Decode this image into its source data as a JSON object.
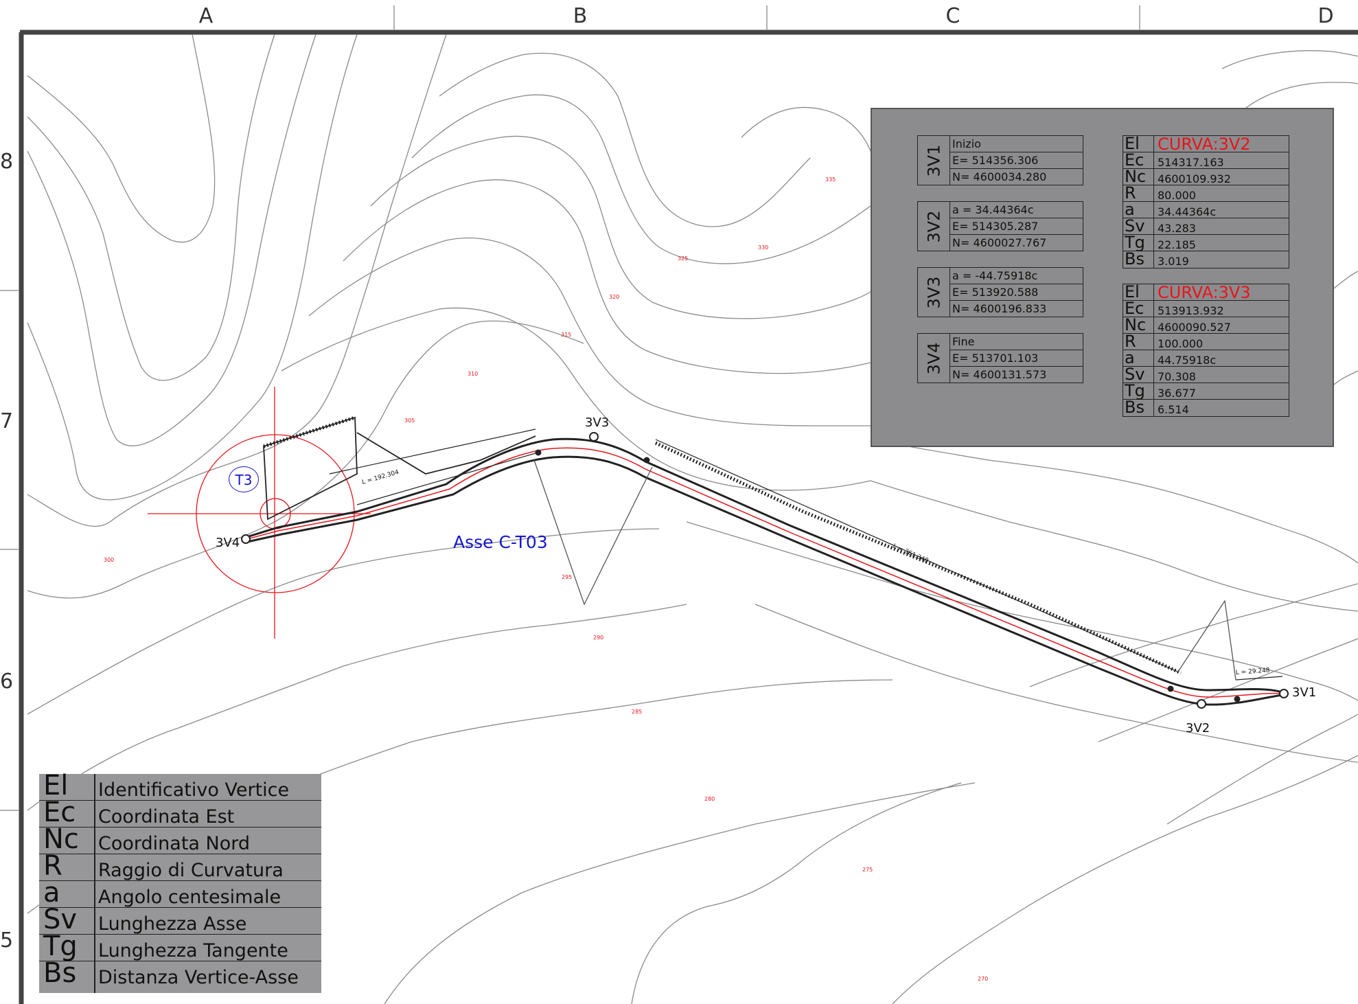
{
  "sheet": {
    "columns": [
      "A",
      "B",
      "C",
      "D"
    ],
    "rows": [
      "8",
      "7",
      "6",
      "5"
    ]
  },
  "contours": [
    "335",
    "330",
    "325",
    "320",
    "315",
    "310",
    "305",
    "300",
    "295",
    "290",
    "285",
    "280",
    "275",
    "270"
  ],
  "vertices": [
    {
      "id": "3V1",
      "line1": "Inizio",
      "line2": "E= 514356.306",
      "line3": "N= 4600034.280"
    },
    {
      "id": "3V2",
      "line1": "a = 34.44364c",
      "line2": "E= 514305.287",
      "line3": "N= 4600027.767"
    },
    {
      "id": "3V3",
      "line1": "a = -44.75918c",
      "line2": "E= 513920.588",
      "line3": "N= 4600196.833"
    },
    {
      "id": "3V4",
      "line1": "Fine",
      "line2": "E= 513701.103",
      "line3": "N= 4600131.573"
    }
  ],
  "curves": [
    {
      "rows": [
        [
          "El",
          "CURVA:3V2"
        ],
        [
          "Ec",
          "514317.163"
        ],
        [
          "Nc",
          "4600109.932"
        ],
        [
          "R",
          "80.000"
        ],
        [
          "a",
          "34.44364c"
        ],
        [
          "Sv",
          "43.283"
        ],
        [
          "Tg",
          "22.185"
        ],
        [
          "Bs",
          "3.019"
        ]
      ]
    },
    {
      "rows": [
        [
          "El",
          "CURVA:3V3"
        ],
        [
          "Ec",
          "513913.932"
        ],
        [
          "Nc",
          "4600090.527"
        ],
        [
          "R",
          "100.000"
        ],
        [
          "a",
          "44.75918c"
        ],
        [
          "Sv",
          "70.308"
        ],
        [
          "Tg",
          "36.677"
        ],
        [
          "Bs",
          "6.514"
        ]
      ]
    }
  ],
  "legend": [
    {
      "key": "El",
      "desc": "Identificativo Vertice"
    },
    {
      "key": "Ec",
      "desc": "Coordinata Est"
    },
    {
      "key": "Nc",
      "desc": "Coordinata Nord"
    },
    {
      "key": "R",
      "desc": "Raggio di Curvatura"
    },
    {
      "key": "a",
      "desc": "Angolo centesimale"
    },
    {
      "key": "Sv",
      "desc": "Lunghezza Asse"
    },
    {
      "key": "Tg",
      "desc": "Lunghezza Tangente"
    },
    {
      "key": "Bs",
      "desc": "Distanza Vertice-Asse"
    }
  ],
  "map": {
    "axis_label": "Asse C-T03",
    "marker_label": "T3",
    "vertex_labels": {
      "v1": "3V1",
      "v2": "3V2",
      "v3": "3V3",
      "v4": "3V4"
    },
    "lengths": [
      "L = 192.304",
      "L = 361.348",
      "L = 29.248"
    ]
  }
}
